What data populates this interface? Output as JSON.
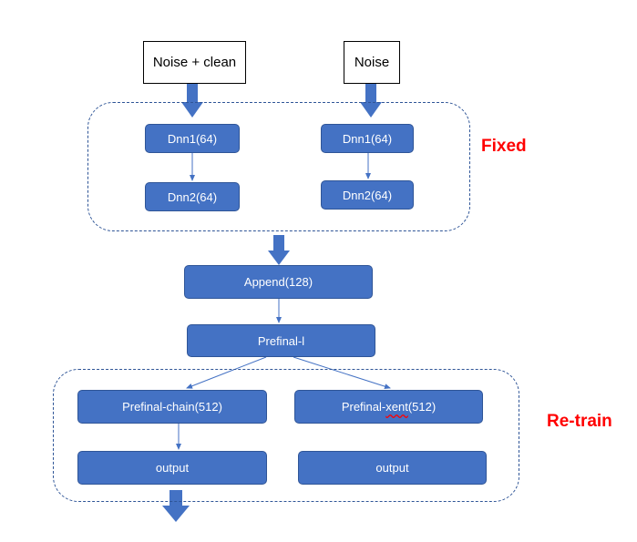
{
  "inputs": {
    "noise_clean": "Noise + clean",
    "noise": "Noise"
  },
  "groups": {
    "fixed_label": "Fixed",
    "retrain_label": "Re-train"
  },
  "nodes": {
    "left_dnn1": "Dnn1(64)",
    "left_dnn2": "Dnn2(64)",
    "right_dnn1": "Dnn1(64)",
    "right_dnn2": "Dnn2(64)",
    "append": "Append(128)",
    "prefinal_l": "Prefinal-l",
    "prefinal_chain": "Prefinal-chain(512)",
    "prefinal_xent_prefix": "Prefinal-",
    "prefinal_xent_word": "xent",
    "prefinal_xent_suffix": "(512)",
    "output_left": "output",
    "output_right": "output"
  },
  "colors": {
    "node_fill": "#4472c4",
    "node_border": "#2f5597",
    "group_label": "#ff0000"
  }
}
